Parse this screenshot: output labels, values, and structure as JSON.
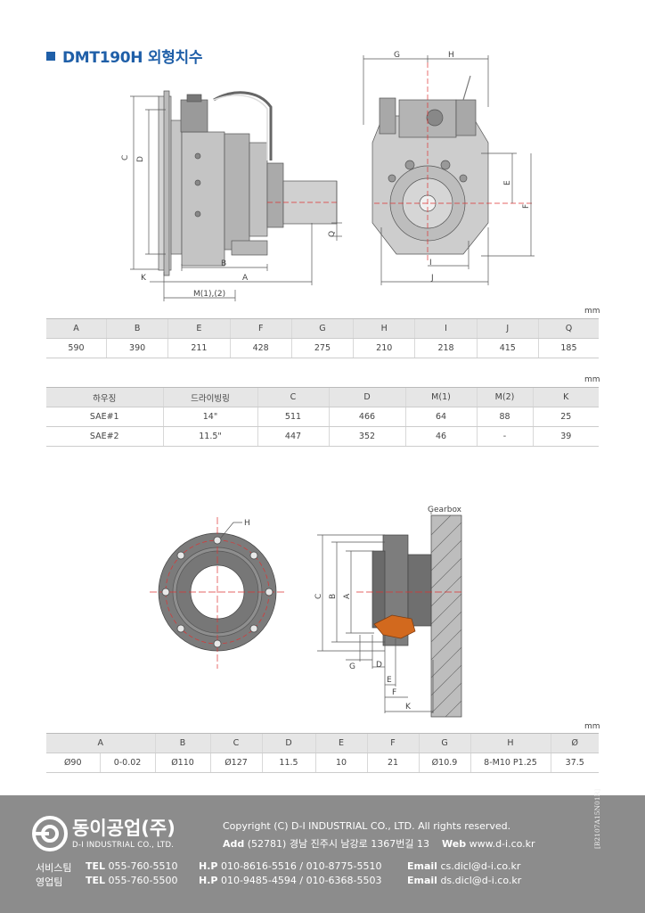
{
  "title": "DMT190H 외형치수",
  "drawing1": {
    "labels": {
      "g": "G",
      "h": "H",
      "c": "C",
      "d": "D",
      "e": "E",
      "f": "F",
      "q": "Q",
      "b": "B",
      "a": "A",
      "k": "K",
      "i": "I",
      "j": "J",
      "m": "M(1),(2)"
    }
  },
  "table1": {
    "unit": "mm",
    "headers": [
      "A",
      "B",
      "E",
      "F",
      "G",
      "H",
      "I",
      "J",
      "Q"
    ],
    "rows": [
      [
        "590",
        "390",
        "211",
        "428",
        "275",
        "210",
        "218",
        "415",
        "185"
      ]
    ]
  },
  "table2": {
    "unit": "mm",
    "headers": [
      "하우징",
      "드라이빙링",
      "C",
      "D",
      "M(1)",
      "M(2)",
      "K"
    ],
    "rows": [
      [
        "SAE#1",
        "14\"",
        "511",
        "466",
        "64",
        "88",
        "25"
      ],
      [
        "SAE#2",
        "11.5\"",
        "447",
        "352",
        "46",
        "-",
        "39"
      ]
    ]
  },
  "drawing2": {
    "labels": {
      "h": "H",
      "gearbox": "Gearbox",
      "c": "C",
      "b": "B",
      "a": "A",
      "g": "G",
      "d": "D",
      "e": "E",
      "f": "F",
      "k": "K"
    }
  },
  "table3": {
    "unit": "mm",
    "headers": [
      "A",
      "B",
      "C",
      "D",
      "E",
      "F",
      "G",
      "H",
      "Ø"
    ],
    "row": [
      "Ø90",
      "0-0.02",
      "Ø110",
      "Ø127",
      "11.5",
      "10",
      "21",
      "Ø10.9",
      "8-M10 P1.25",
      "37.5"
    ]
  },
  "footer": {
    "logo_kor": "동이공업(주)",
    "logo_eng": "D-I INDUSTRIAL CO., LTD.",
    "copyright": "Copyright (C) D-I INDUSTRIAL CO., LTD. All rights reserved.",
    "add_label": "Add",
    "address": "(52781) 경남 진주시 남강로 1367번길 13",
    "web_label": "Web",
    "web": "www.d-i.co.kr",
    "service_team": "서비스팀",
    "sales_team": "영업팀",
    "tel_label": "TEL",
    "hp_label": "H.P",
    "email_label": "Email",
    "service_tel": "055-760-5510",
    "service_hp": "010-8616-5516 / 010-8775-5510",
    "service_email": "cs.dicl@d-i.co.kr",
    "sales_tel": "055-760-5500",
    "sales_hp": "010-9485-4594 / 010-6368-5503",
    "sales_email": "ds.dicl@d-i.co.kr",
    "doc_no": "[B2107A15N01R]"
  },
  "colors": {
    "brand_blue": "#1f5fa8",
    "footer_gray": "#8c8c8c",
    "table_header": "#e6e6e6",
    "coupling_orange": "#d2691e"
  }
}
